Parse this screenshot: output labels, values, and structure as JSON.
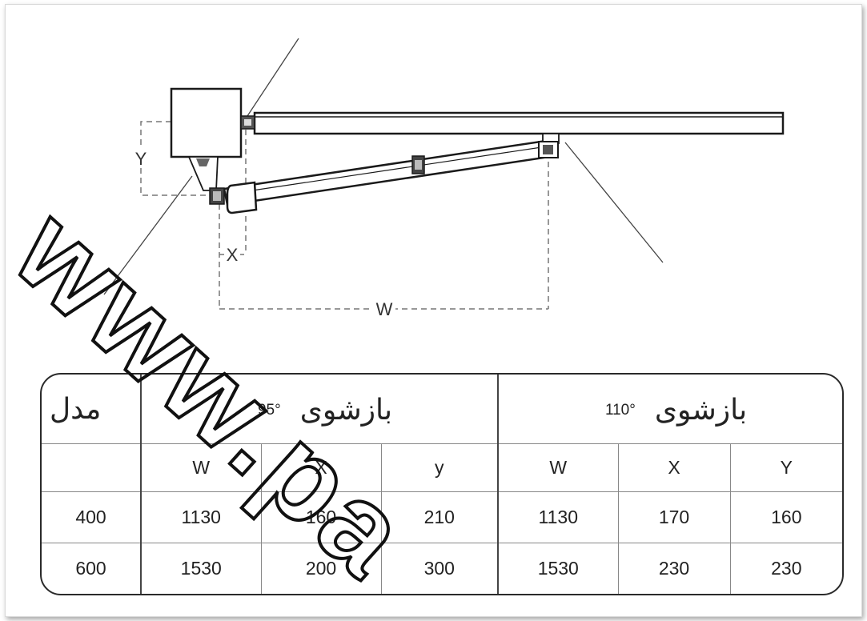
{
  "diagram": {
    "dim_y": "Y",
    "dim_x": "X",
    "dim_w": "W"
  },
  "table": {
    "model_header": "مدل",
    "group_95": {
      "label": "بازشوی",
      "angle": "95°"
    },
    "group_110": {
      "label": "بازشوی",
      "angle": "110°"
    },
    "sub_headers_95": [
      "W",
      "X",
      "y"
    ],
    "sub_headers_110": [
      "W",
      "X",
      "Y"
    ],
    "rows": [
      {
        "model": "400",
        "w95": "1130",
        "x95": "160",
        "y95": "210",
        "w110": "1130",
        "x110": "170",
        "y110": "160"
      },
      {
        "model": "600",
        "w95": "1530",
        "x95": "200",
        "y95": "300",
        "w110": "1530",
        "x110": "230",
        "y110": "230"
      }
    ]
  },
  "watermark": "www.pa"
}
